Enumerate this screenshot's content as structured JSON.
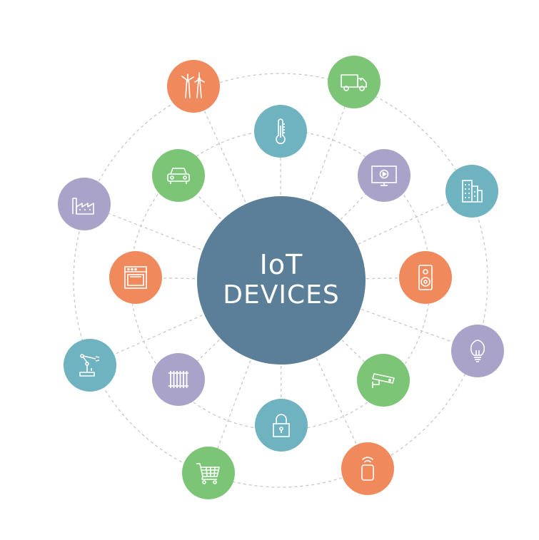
{
  "hub": {
    "line1": "IoT",
    "line2": "DEVICES"
  },
  "colors": {
    "orange": "#f08a5d",
    "green": "#7cc576",
    "teal": "#6fb3c1",
    "lavender": "#a9a3c9",
    "hub": "#5b7f98",
    "line": "#c8c8c8"
  },
  "devices": [
    {
      "icon": "wind-turbine-icon",
      "color": "orange"
    },
    {
      "icon": "truck-icon",
      "color": "green"
    },
    {
      "icon": "thermometer-icon",
      "color": "teal"
    },
    {
      "icon": "car-icon",
      "color": "green"
    },
    {
      "icon": "tv-icon",
      "color": "lavender"
    },
    {
      "icon": "building-icon",
      "color": "teal"
    },
    {
      "icon": "factory-icon",
      "color": "lavender"
    },
    {
      "icon": "oven-icon",
      "color": "orange"
    },
    {
      "icon": "speaker-icon",
      "color": "orange"
    },
    {
      "icon": "robot-arm-icon",
      "color": "teal"
    },
    {
      "icon": "radiator-icon",
      "color": "lavender"
    },
    {
      "icon": "security-camera-icon",
      "color": "green"
    },
    {
      "icon": "lightbulb-icon",
      "color": "lavender"
    },
    {
      "icon": "padlock-icon",
      "color": "teal"
    },
    {
      "icon": "shopping-cart-icon",
      "color": "green"
    },
    {
      "icon": "wireless-remote-icon",
      "color": "orange"
    }
  ]
}
